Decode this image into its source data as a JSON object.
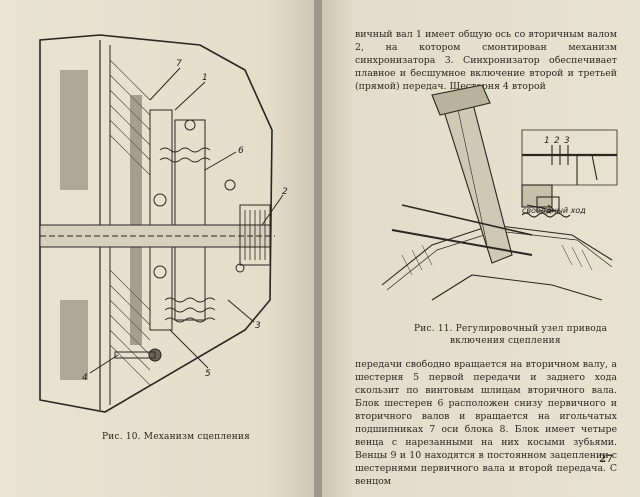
{
  "left_page": {
    "figure_caption": "Рис. 10. Механизм сцепления",
    "callouts": [
      "7",
      "1",
      "6",
      "2",
      "3",
      "5",
      "4"
    ]
  },
  "right_page": {
    "paragraph_top": "вичный вал 1 имеет общую ось со вторичным валом 2, на котором смонтирован механизм синхронизатора 3. Синхронизатор обеспечивает плавное и бесшумное включение второй и третьей (прямой) передач. Шестерня 4 второй",
    "figure_caption_line1": "Рис. 11. Регулировочный узел привода",
    "figure_caption_line2": "включения сцепления",
    "figure_callouts": [
      "1",
      "2",
      "3"
    ],
    "figure_label": "свободный ход",
    "paragraph_bottom": "передачи свободно вращается на вторичном валу, а шестерня 5 первой передачи и заднего хода скользит по винтовым шлицам вторичного вала. Блок шестерен 6 расположен снизу первичного и вторичного валов и вращается на игольчатых подшипниках 7 оси блока 8. Блок имеет четыре венца с нарезанными на них косыми зубьями. Венцы 9 и 10 находятся в постоянном зацеплении с шестернями первичного вала и второй передача. С венцом",
    "page_number": "27"
  }
}
